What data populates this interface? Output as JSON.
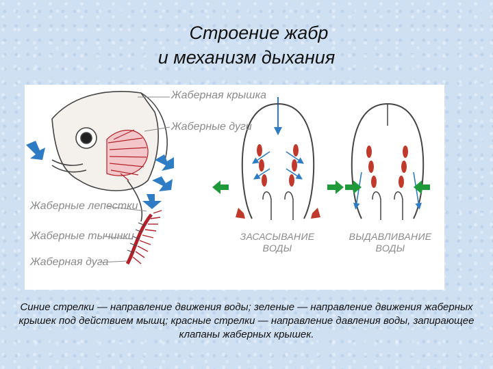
{
  "slide": {
    "title_line1": "Строение жабр",
    "title_line2": "и механизм дыхания"
  },
  "labels": {
    "operculum": "Жаберная крышка",
    "arches": "Жаберные дуги",
    "filaments": "Жаберные лепестки",
    "rakers": "Жаберные тычинки",
    "arch": "Жаберная дуга"
  },
  "captions": {
    "suction": "ЗАСАСЫВАНИЕ ВОДЫ",
    "expulsion": "ВЫДАВЛИВАНИЕ ВОДЫ"
  },
  "legend_text": "Синие стрелки — направление движения воды; зеленые — направление движения жаберных крышек под действием мышц; красные стрелки — направление давления воды, запирающее клапаны жаберных крышек.",
  "colors": {
    "water_arrow": "#2e7cc4",
    "muscle_arrow": "#1f9a3a",
    "pressure_arrow": "#c0392b",
    "gill_red": "#b3202a"
  }
}
